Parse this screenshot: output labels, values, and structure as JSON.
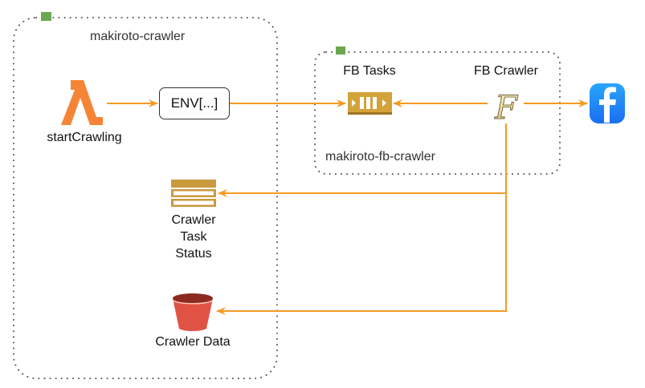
{
  "groups": [
    {
      "label": "makiroto-crawler"
    },
    {
      "label": "makiroto-fb-crawler"
    }
  ],
  "nodes": {
    "lambda": {
      "label": "startCrawling",
      "icon": "lambda-icon"
    },
    "env": {
      "label": "ENV[...]"
    },
    "queue": {
      "label": "FB Tasks",
      "icon": "queue-icon"
    },
    "crawler": {
      "label": "FB Crawler",
      "icon": "fargate-f-icon"
    },
    "facebook": {
      "icon": "facebook-icon"
    },
    "table": {
      "label_lines": [
        "Crawler",
        "Task",
        "Status"
      ],
      "icon": "database-table-icon"
    },
    "bucket": {
      "label": "Crawler Data",
      "icon": "s3-bucket-icon"
    }
  },
  "edges": [
    {
      "from": "startCrawling",
      "to": "ENV[...]"
    },
    {
      "from": "ENV[...]",
      "to": "FB Tasks"
    },
    {
      "from": "FB Crawler",
      "to": "FB Tasks"
    },
    {
      "from": "FB Crawler",
      "to": "facebook"
    },
    {
      "from": "FB Crawler",
      "to": "Crawler Task Status"
    },
    {
      "from": "FB Crawler",
      "to": "Crawler Data"
    }
  ],
  "colors": {
    "edge": "#f59a23",
    "group_border": "#555555",
    "group_badge": "#6aa84f",
    "lambda": "#f58536",
    "queue": "#d4a23a",
    "table": "#c99a3e",
    "bucket": "#e05243",
    "facebook": "#1877f2"
  }
}
